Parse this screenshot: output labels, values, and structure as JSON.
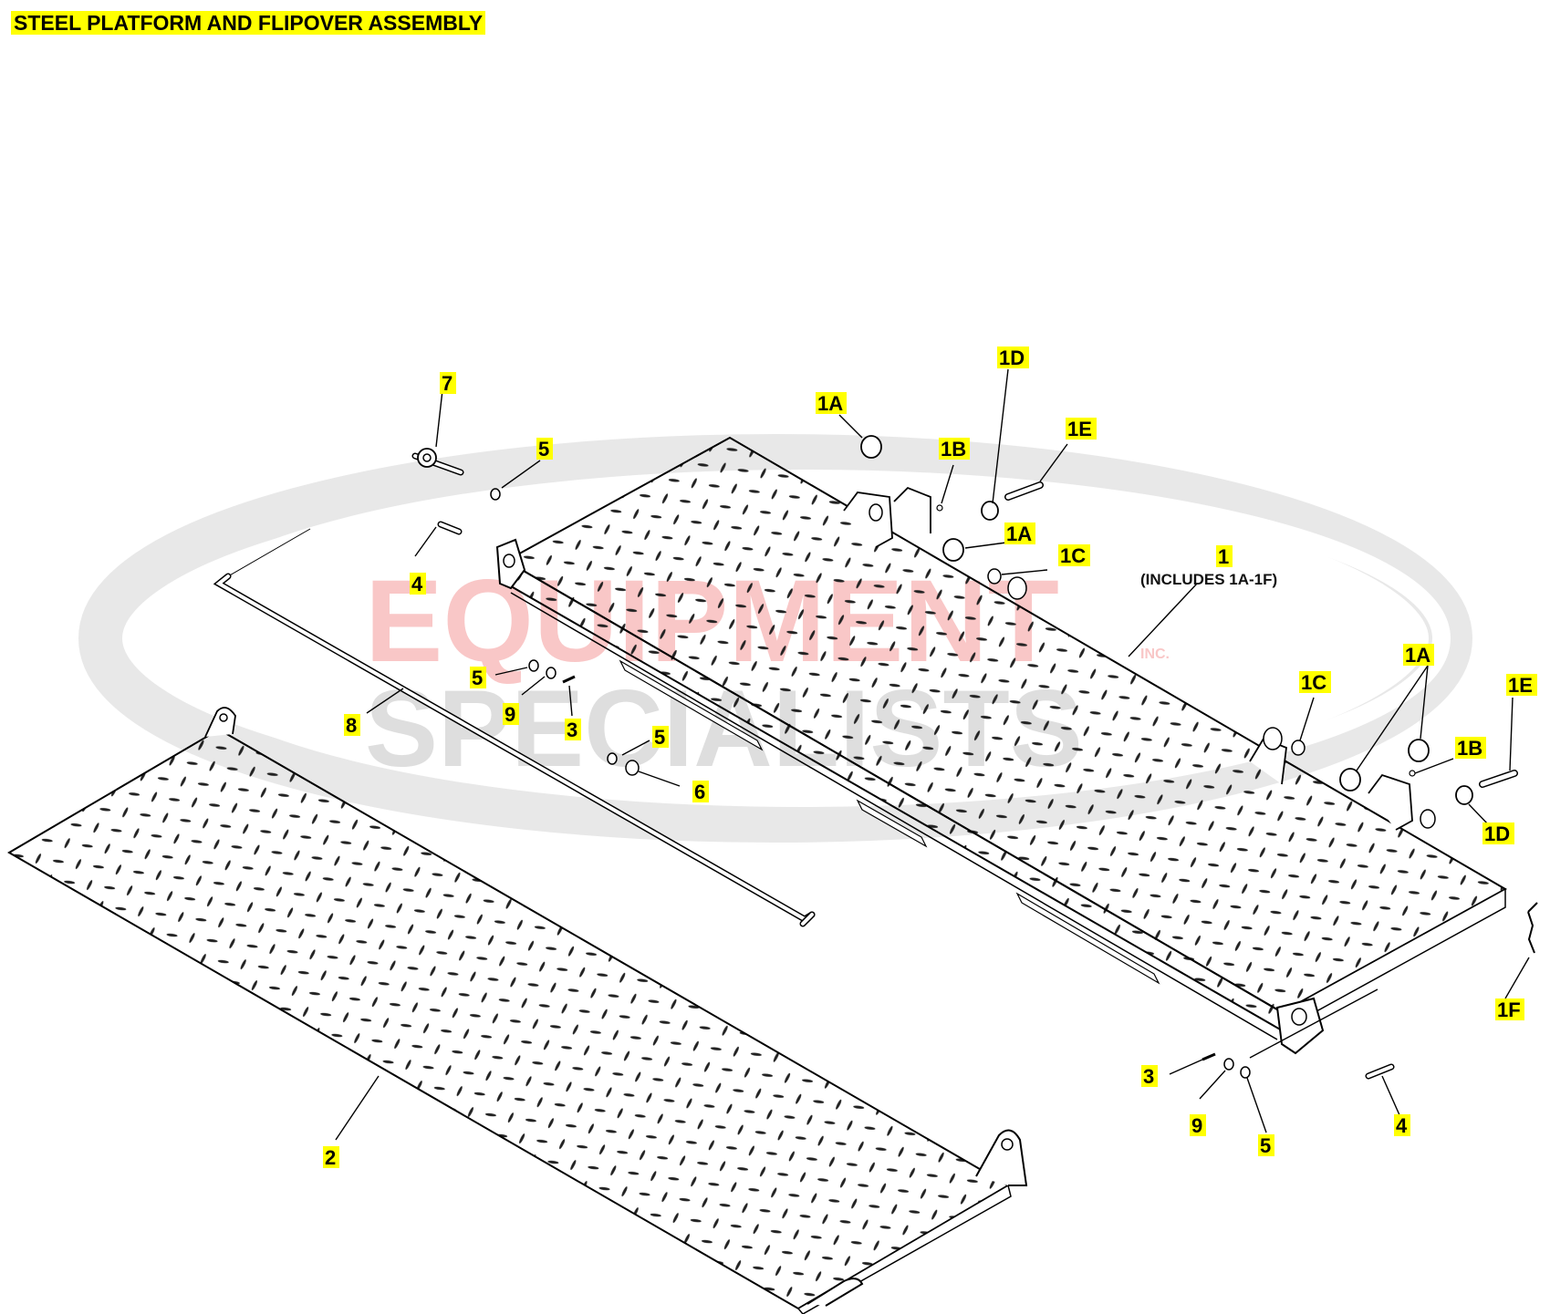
{
  "title": "STEEL PLATFORM AND FLIPOVER ASSEMBLY",
  "watermark": {
    "line1": "EQUIPMENT",
    "line2": "SPECIALISTS",
    "suffix": "INC.",
    "colors": {
      "swoosh": "#e6e6e6",
      "red": "#f08080",
      "gray": "#c8c8c8"
    }
  },
  "callouts": {
    "c7": "7",
    "c5a": "5",
    "c4a": "4",
    "c1A_top": "1A",
    "c1B_top": "1B",
    "c1D_top": "1D",
    "c1E_top": "1E",
    "c1A_mid": "1A",
    "c1C_mid": "1C",
    "c1": "1",
    "c1_note": "(INCLUDES 1A-1F)",
    "c5b": "5",
    "c9a": "9",
    "c3a": "3",
    "c8": "8",
    "c5c": "5",
    "c6": "6",
    "c1C_right": "1C",
    "c1A_right": "1A",
    "c1E_right": "1E",
    "c1B_right": "1B",
    "c1D_right": "1D",
    "c1F": "1F",
    "c3b": "3",
    "c9b": "9",
    "c5d": "5",
    "c4b": "4",
    "c2": "2"
  },
  "colors": {
    "highlight": "#ffff00",
    "line": "#000000"
  }
}
